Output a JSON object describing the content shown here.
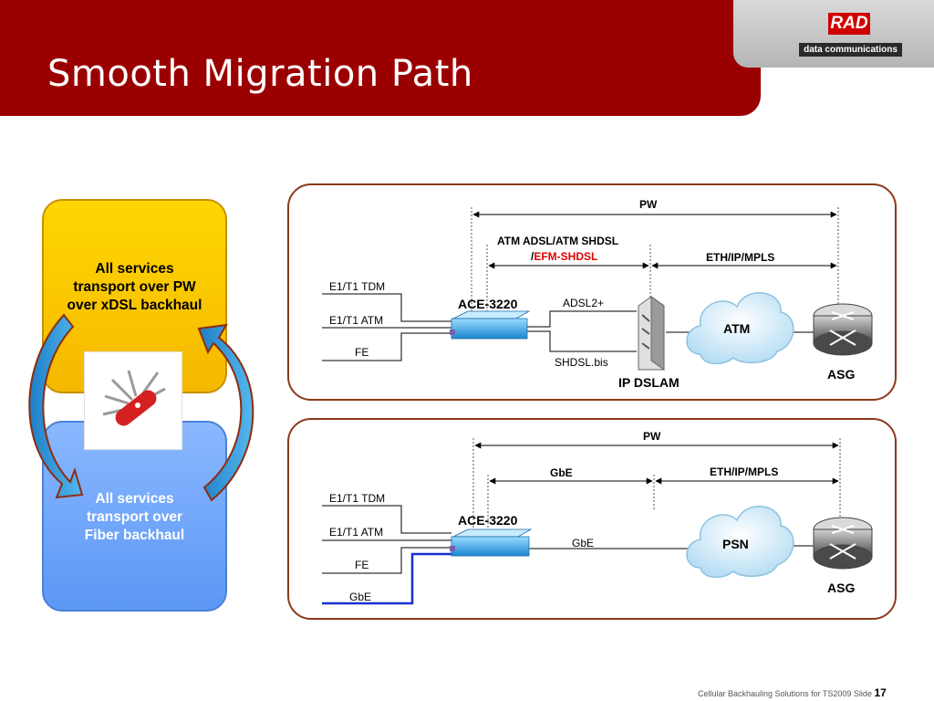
{
  "header": {
    "title": "Smooth Migration Path"
  },
  "logo": {
    "mark": "RAD",
    "subtitle": "data communications"
  },
  "side": {
    "xdsl_text": "All services transport over PW over xDSL backhaul",
    "fiber_text": "All services transport over Fiber backhaul"
  },
  "top": {
    "pw": "PW",
    "atm_label": "ATM ADSL/ATM SHDSL",
    "efm_slash": "/",
    "efm_label": "EFM-SHDSL",
    "eth_label": "ETH/IP/MPLS",
    "e1_tdm": "E1/T1 TDM",
    "e1_atm": "E1/T1 ATM",
    "fe": "FE",
    "device": "ACE-3220",
    "adsl2": "ADSL2+",
    "shdsl": "SHDSL.bis",
    "dslam": "IP DSLAM",
    "cloud": "ATM",
    "router": "ASG"
  },
  "bottom": {
    "pw": "PW",
    "gbe_label": "GbE",
    "eth_label": "ETH/IP/MPLS",
    "e1_tdm": "E1/T1 TDM",
    "e1_atm": "E1/T1 ATM",
    "fe": "FE",
    "gbe_in": "GbE",
    "device": "ACE-3220",
    "gbe_link": "GbE",
    "cloud": "PSN",
    "router": "ASG"
  },
  "footer": {
    "text": "Cellular Backhauling Solutions for TS2009  Slide",
    "slide_number": "17"
  }
}
